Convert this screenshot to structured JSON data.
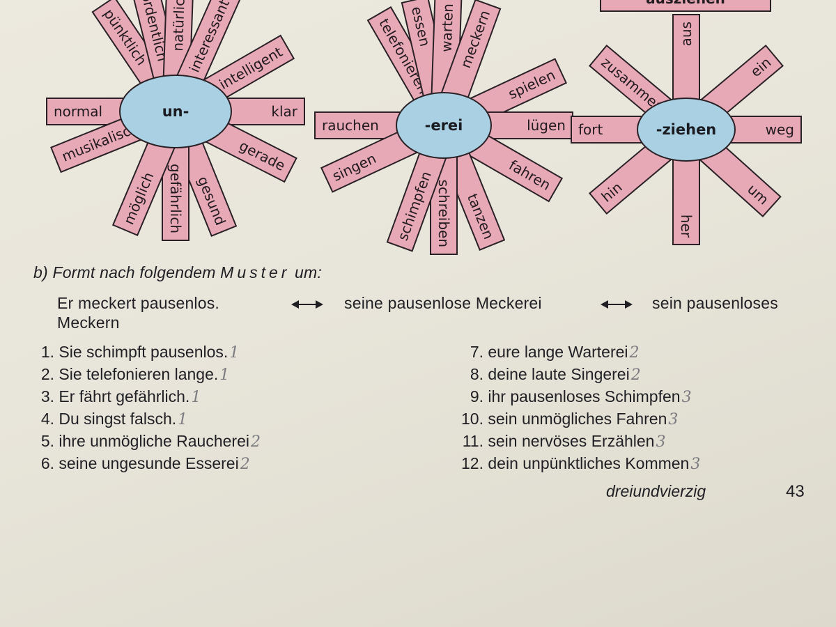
{
  "diagram": {
    "flower_1": {
      "center": "un-",
      "petals": [
        "normal",
        "pünktlich",
        "ordentlich",
        "natürlich",
        "interessant",
        "intelligent",
        "klar",
        "gerade",
        "gesund",
        "gefährlich",
        "möglich",
        "musikalisch"
      ]
    },
    "flower_2": {
      "center": "-erei",
      "petals": [
        "rauchen",
        "telefonieren",
        "essen",
        "warten",
        "meckern",
        "spielen",
        "lügen",
        "fahren",
        "tanzen",
        "schreiben",
        "schimpfen",
        "singen"
      ]
    },
    "flower_3": {
      "center": "-ziehen",
      "top_label": "ausziehen",
      "petals": [
        "fort",
        "zusammen",
        "aus",
        "ein",
        "weg",
        "um",
        "her",
        "hin"
      ]
    }
  },
  "task": {
    "title_prefix": "b) Formt nach folgendem ",
    "title_spaced": "Muster",
    "title_suffix": " um:",
    "example": [
      "Er meckert pausenlos.",
      "seine pausenlose Meckerei",
      "sein pausenloses",
      "Meckern"
    ]
  },
  "list_left": [
    {
      "num": "1.",
      "text": "Sie schimpft pausenlos.",
      "mark": "1"
    },
    {
      "num": "2.",
      "text": "Sie telefonieren lange.",
      "mark": "1"
    },
    {
      "num": "3.",
      "text": "Er fährt gefährlich.",
      "mark": "1"
    },
    {
      "num": "4.",
      "text": "Du singst falsch.",
      "mark": "1"
    },
    {
      "num": "5.",
      "text": "ihre unmögliche Raucherei",
      "mark": "2"
    },
    {
      "num": "6.",
      "text": "seine ungesunde Esserei",
      "mark": "2"
    }
  ],
  "list_right": [
    {
      "num": "7.",
      "text": "eure lange Warterei",
      "mark": "2"
    },
    {
      "num": "8.",
      "text": "deine laute Singerei",
      "mark": "2"
    },
    {
      "num": "9.",
      "text": "ihr pausenloses Schimpfen",
      "mark": "3"
    },
    {
      "num": "10.",
      "text": "sein unmögliches Fahren",
      "mark": "3"
    },
    {
      "num": "11.",
      "text": "sein nervöses Erzählen",
      "mark": "3"
    },
    {
      "num": "12.",
      "text": "dein unpünktliches Kommen",
      "mark": "3"
    }
  ],
  "footer": {
    "page_label": "dreiundvierzig",
    "page_number": "43"
  }
}
